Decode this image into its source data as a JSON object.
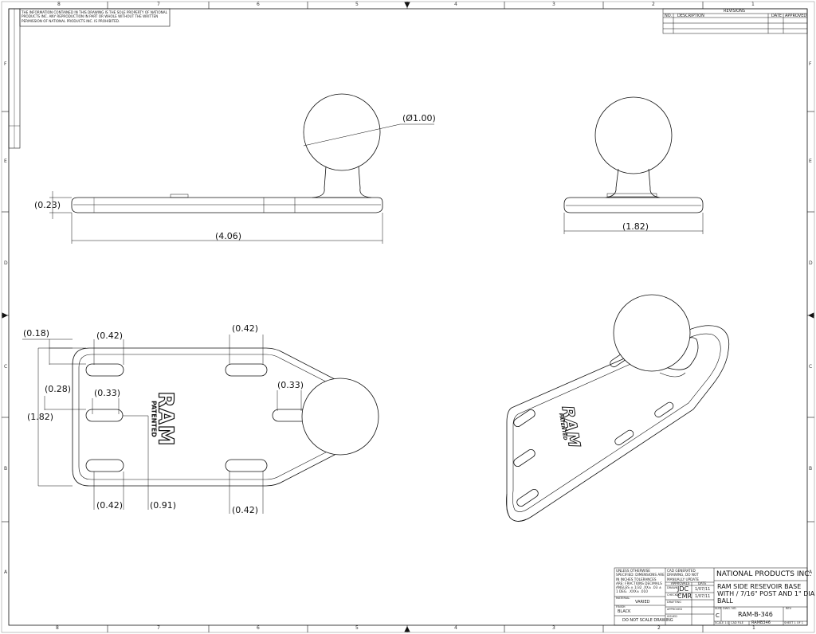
{
  "notice": "THE INFORMATION CONTAINED IN THIS DRAWING IS THE SOLE PROPERTY OF NATIONAL PRODUCTS INC. ANY REPRODUCTION IN PART OR WHOLE WITHOUT THE WRITTEN PERMISSION OF NATIONAL PRODUCTS INC. IS PROHIBITED.",
  "zones": {
    "cols_top": [
      "8",
      "7",
      "6",
      "5",
      "4",
      "3",
      "2",
      "1"
    ],
    "cols_bottom": [
      "8",
      "7",
      "6",
      "5",
      "4",
      "3",
      "2",
      "1"
    ],
    "rows": [
      "F",
      "E",
      "D",
      "C",
      "B",
      "A"
    ]
  },
  "revisions": {
    "title": "REVISIONS",
    "col_no": "NO.",
    "col_desc": "DESCRIPTION",
    "col_date": "DATE",
    "col_approved": "APPROVED"
  },
  "dimensions": {
    "ball_dia": "Ø1.00",
    "height": "0.23",
    "length": "4.06",
    "side_width": "1.82",
    "edge_top": "0.18",
    "slot_top_left": "0.42",
    "slot_top_mid": "0.42",
    "edge_mid": "0.28",
    "slot_mid_left": "0.33",
    "slot_mid_right": "0.33",
    "width": "1.82",
    "slot_bottom_left": "0.42",
    "offset": "0.91",
    "slot_bottom_mid": "0.42"
  },
  "logo": {
    "brand": "RAM",
    "sub": "PATENTED"
  },
  "title_block": {
    "tolerances": "UNLESS OTHERWISE SPECIFIED: DIMENSIONS ARE IN INCHES TOLERANCES ARE: FRACTIONS DECIMALS ANGLES ± 1/32 .XX± .03 ± 1 DEG. .XXX± .010",
    "cad_note": "CAD GENERATED DRAWING, DO NOT MANUALLY UPDATE",
    "approvals": "APPROVALS",
    "date_hdr": "DATE",
    "drawn_lbl": "DRAWN",
    "drawn_by": "JDC",
    "drawn_date": "1/07/11",
    "checked_lbl": "CHECKED",
    "checked_by": "CMR",
    "checked_date": "1/07/11",
    "material_lbl": "MATERIAL",
    "material": "VARIED",
    "finish_lbl": "FINISH",
    "finish": "BLACK",
    "do_not_scale": "DO NOT SCALE DRAWING",
    "drafting_lbl": "DRAFTING",
    "approved_lbl": "APPROVED",
    "issued_lbl": "ISSUED",
    "company": "NATIONAL PRODUCTS INC.",
    "title1": "RAM SIDE RESEVOIR BASE",
    "title2": "WITH / 7/16\" POST AND 1\" DIA",
    "title3": "BALL",
    "size_lbl": "SIZE",
    "size": "C",
    "dwg_lbl": "DWG. NO.",
    "dwg_no": "RAM-B-346",
    "rev_lbl": "REV",
    "scale_lbl": "SCALE 1:1",
    "cad_file_lbl": "CAD FILE",
    "cad_file": "RAMB346",
    "sheet": "SHEET 1 OF 1"
  }
}
